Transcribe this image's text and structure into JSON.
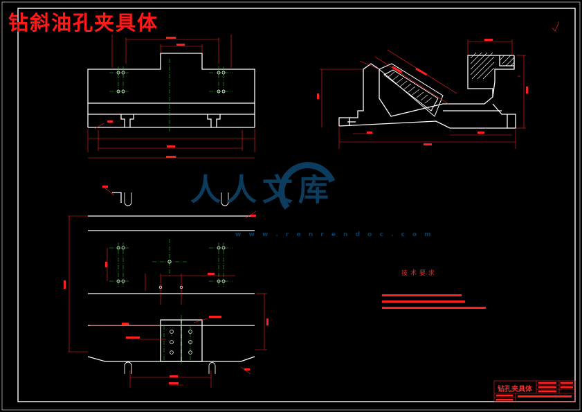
{
  "drawing": {
    "title": "钻斜油孔夹具体",
    "titleblock_name": "钻孔夹具体"
  },
  "technical_requirements": {
    "heading": "技术要求",
    "notes": []
  },
  "watermark": {
    "logo_text": "人人文库",
    "url": "w w w . r e n r e n d o c . c o m"
  },
  "colors": {
    "background": "#000000",
    "outline": "#ffffff",
    "dimension": "#ff2020",
    "centerline": "#22c822",
    "hatch": "#ffffff",
    "watermark": "#0c3c5e"
  }
}
